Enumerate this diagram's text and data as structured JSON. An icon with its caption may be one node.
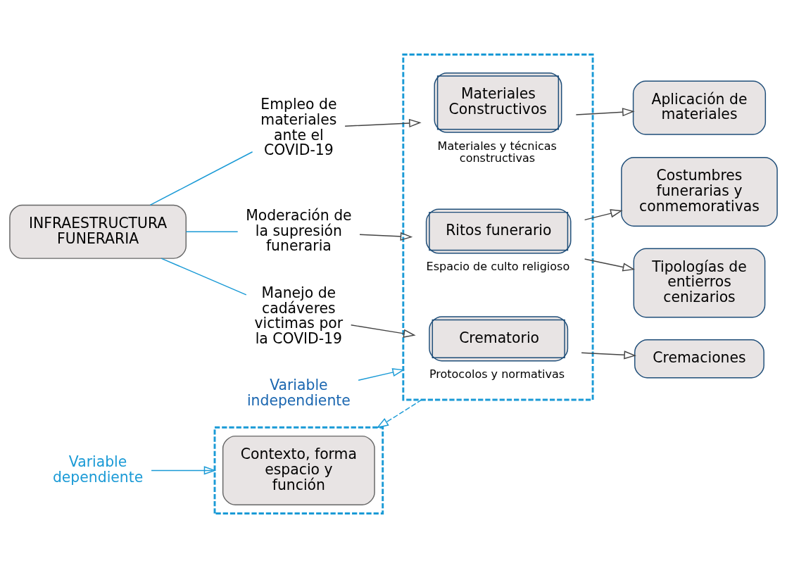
{
  "diagram": {
    "nodes": [
      {
        "text": [],
        "shape": "box"
      },
      {
        "text": [
          "Contexto, forma espacio y función"
        ],
        "in": 0
      },
      {
        "text": [
          "Variable dependiente"
        ]
      },
      {
        "text": [
          "INFRAESTRUCTURA FUNERARIA"
        ]
      },
      {
        "text": [
          "Manejo de cadáveres victimas por la COVID-19"
        ]
      },
      {
        "text": [
          "Empleo de materiales ante el COVID-19"
        ]
      },
      {
        "text": [
          "Moderación de la supresión funeraria"
        ]
      },
      {
        "text": [],
        "shape": "box"
      },
      {
        "text": [
          "Crematorio"
        ],
        "in": 7,
        "beside": [
          "Protocolos y normativas"
        ]
      },
      {
        "text": [
          "Materiales Constructivos"
        ],
        "in": 7,
        "beside": [
          "Materiales y técnicas constructivas"
        ]
      },
      {
        "text": [
          "Ritos funerario"
        ],
        "in": 7,
        "beside": [
          "Espacio de culto religioso"
        ]
      },
      {
        "text": [
          "Cremaciones"
        ]
      },
      {
        "text": [
          "Aplicación de materiales"
        ]
      },
      {
        "text": [
          "Costumbres funerarias y conmemorativas"
        ]
      },
      {
        "text": [
          "Tipologías de entierros cenizarios"
        ]
      },
      {
        "text": [
          "Variable independiente"
        ]
      }
    ],
    "edges": [
      {
        "from": 2,
        "to": 0,
        "arrow": "to",
        "color": "#1a9ad6"
      },
      {
        "from": 7,
        "to": 0,
        "arrow": "to",
        "style": "dashed",
        "color": "#1a9ad6"
      },
      {
        "from": 3,
        "to": 4,
        "arrow": "none",
        "color": "#1a9ad6"
      },
      {
        "from": 3,
        "to": 5,
        "arrow": "none",
        "color": "#1a9ad6"
      },
      {
        "from": 3,
        "to": 6,
        "arrow": "none",
        "color": "#1a9ad6"
      },
      {
        "from": 4,
        "to": 8,
        "arrow": "to"
      },
      {
        "from": 5,
        "to": 9,
        "arrow": "to"
      },
      {
        "from": 6,
        "to": 10,
        "arrow": "to"
      },
      {
        "from": 8,
        "to": 11,
        "arrow": "to"
      },
      {
        "from": 9,
        "to": 12,
        "arrow": "to"
      },
      {
        "from": 10,
        "to": 13,
        "arrow": "to"
      },
      {
        "from": 10,
        "to": 14,
        "arrow": "to"
      },
      {
        "from": 15,
        "to": 7,
        "arrow": "to",
        "color": "#1a9ad6"
      }
    ]
  }
}
